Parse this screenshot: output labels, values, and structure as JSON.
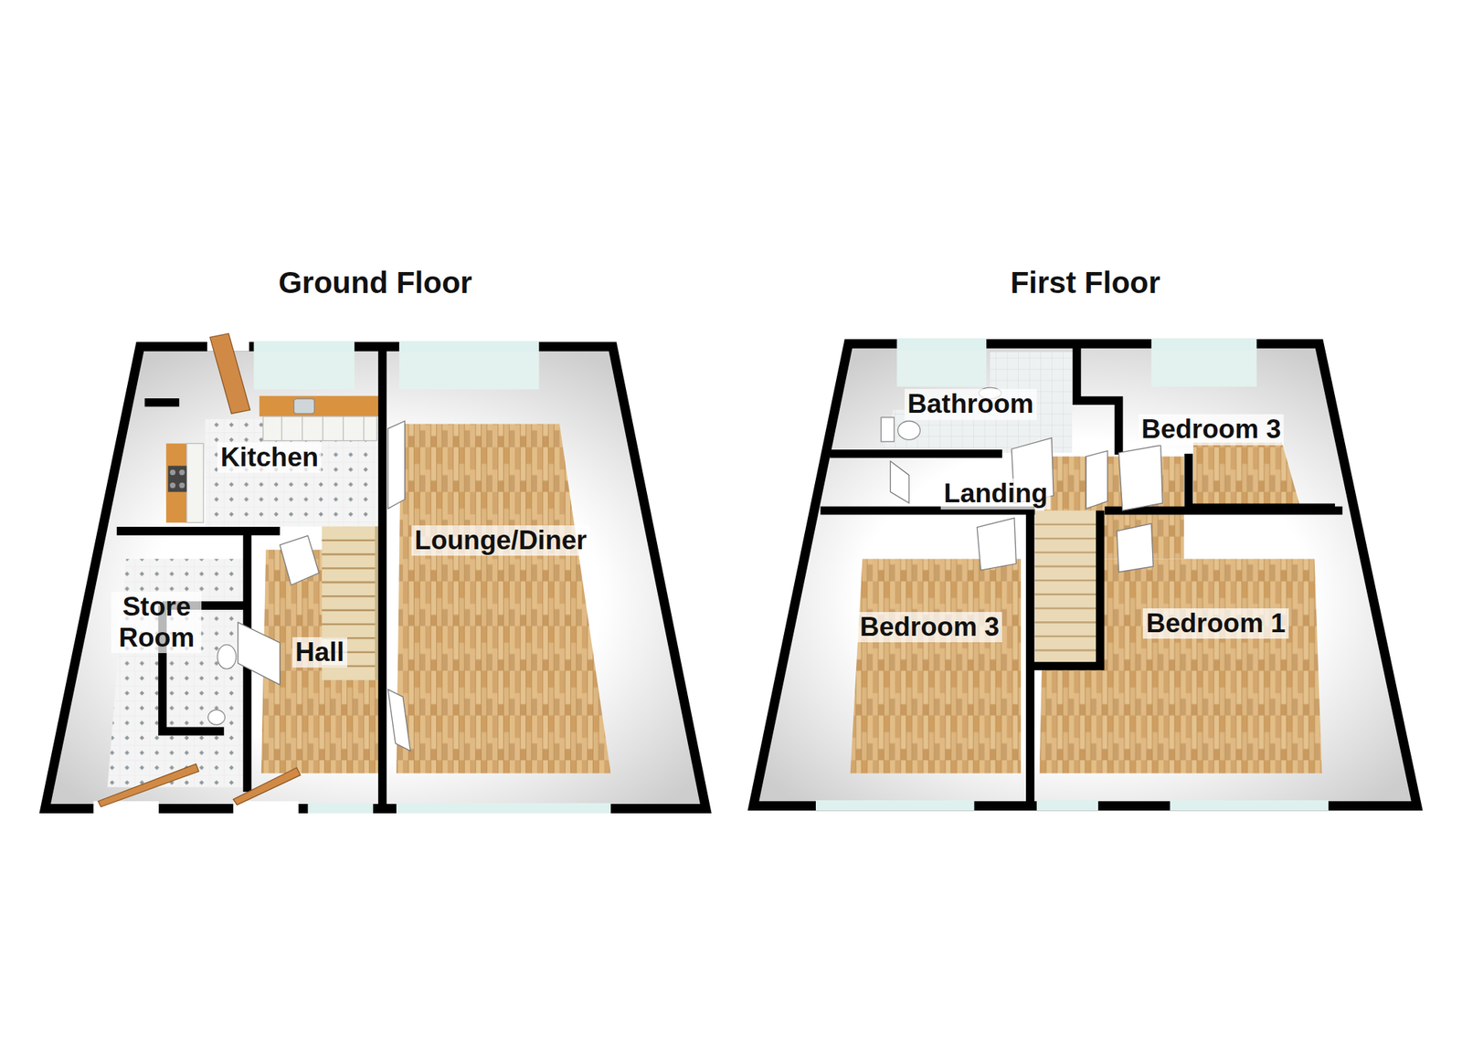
{
  "diagram": {
    "nodes": [
      {
        "text": [
          "Ground Floor"
        ]
      },
      {
        "text": [
          "Kitchen"
        ],
        "in": 0
      },
      {
        "text": [
          "Store Room"
        ],
        "in": 0
      },
      {
        "text": [
          "Hall"
        ],
        "in": 0
      },
      {
        "text": [
          "Lounge/Diner"
        ],
        "in": 0
      },
      {
        "text": [
          "First Floor"
        ]
      },
      {
        "text": [
          "Bathroom"
        ],
        "in": 5
      },
      {
        "text": [
          "Bedroom 3"
        ],
        "in": 5
      },
      {
        "text": [
          "Landing"
        ],
        "in": 5
      },
      {
        "text": [
          "Bedroom 3"
        ],
        "in": 5
      },
      {
        "text": [
          "Bedroom 1"
        ],
        "in": 5
      }
    ]
  }
}
